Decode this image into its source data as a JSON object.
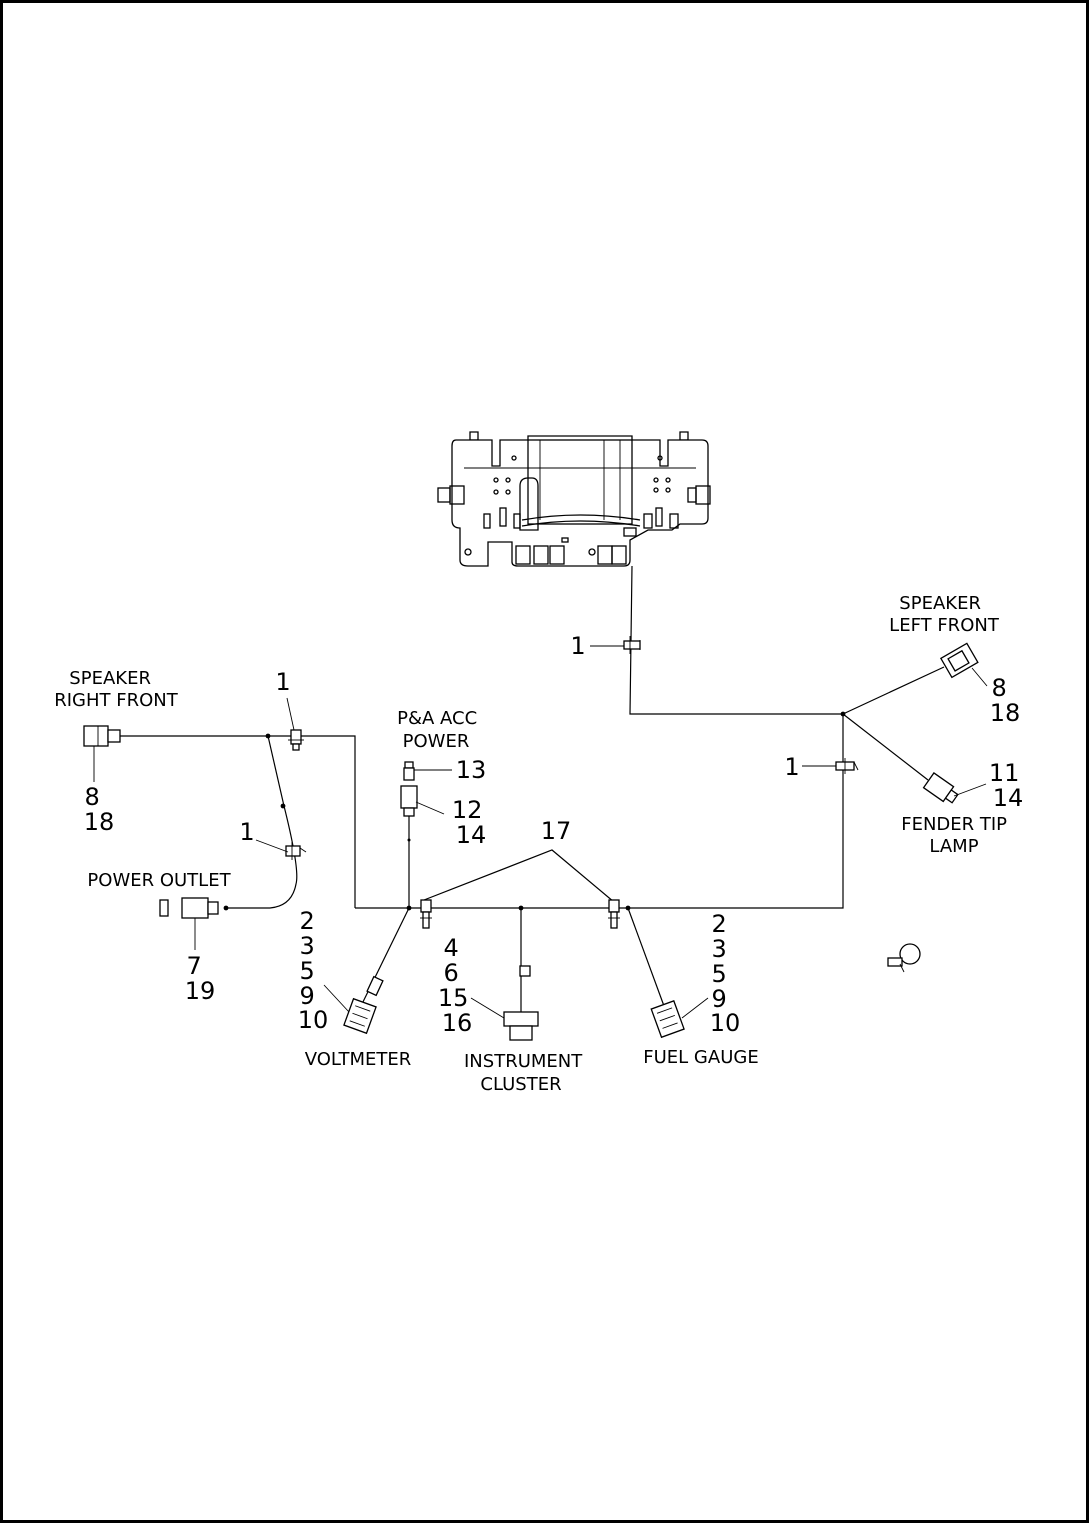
{
  "labels": {
    "speaker_left_front": [
      "SPEAKER",
      "LEFT FRONT"
    ],
    "speaker_right_front": [
      "SPEAKER",
      "RIGHT FRONT"
    ],
    "pa_acc_power": [
      "P&A ACC",
      "POWER"
    ],
    "power_outlet": [
      "POWER OUTLET"
    ],
    "fender_tip_lamp": [
      "FENDER TIP",
      "LAMP"
    ],
    "voltmeter": [
      "VOLTMETER"
    ],
    "instrument_cluster": [
      "INSTRUMENT",
      "CLUSTER"
    ],
    "fuel_gauge": [
      "FUEL GAUGE"
    ]
  },
  "callouts": {
    "clip_top": [
      "1"
    ],
    "clip_left_top": [
      "1"
    ],
    "clip_left_mid": [
      "1"
    ],
    "clip_right": [
      "1"
    ],
    "speaker_left_front": [
      "8",
      "18"
    ],
    "speaker_right_front": [
      "8",
      "18"
    ],
    "fender_tip_lamp": [
      "11",
      "14"
    ],
    "pa_acc_top": [
      "13"
    ],
    "pa_acc_bottom": [
      "12",
      "14"
    ],
    "harness": [
      "17"
    ],
    "power_outlet": [
      "7",
      "19"
    ],
    "voltmeter": [
      "2",
      "3",
      "5",
      "9",
      "10"
    ],
    "instrument_cluster": [
      "4",
      "6",
      "15",
      "16"
    ],
    "fuel_gauge": [
      "2",
      "3",
      "5",
      "9",
      "10"
    ]
  }
}
